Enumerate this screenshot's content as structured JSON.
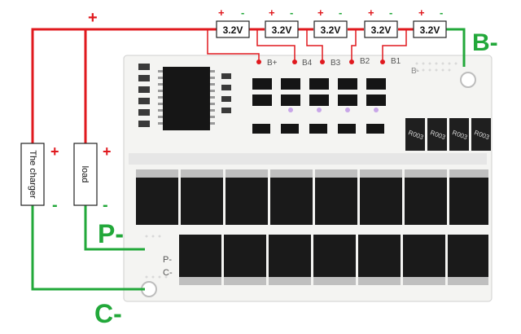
{
  "cells": [
    {
      "label": "3.2V",
      "plus": "+",
      "minus": "-"
    },
    {
      "label": "3.2V",
      "plus": "+",
      "minus": "-"
    },
    {
      "label": "3.2V",
      "plus": "+",
      "minus": "-"
    },
    {
      "label": "3.2V",
      "plus": "+",
      "minus": "-"
    },
    {
      "label": "3.2V",
      "plus": "+",
      "minus": "-"
    }
  ],
  "pins": {
    "b_plus": "B+",
    "b4": "B4",
    "b3": "B3",
    "b2": "B2",
    "b1": "B1",
    "b_minus_small": "B-"
  },
  "main_plus": "+",
  "labels": {
    "b_minus": "B-",
    "p_minus": "P-",
    "c_minus": "C-",
    "p_small": "P-",
    "c_small": "C-"
  },
  "charger": {
    "name": "The charger",
    "plus": "+",
    "minus": "-"
  },
  "load": {
    "name": "load",
    "plus": "+",
    "minus": "-"
  },
  "resistors": [
    "R003",
    "R003",
    "R003",
    "R003"
  ],
  "colors": {
    "positive": "#e0191e",
    "negative": "#22a83a"
  }
}
